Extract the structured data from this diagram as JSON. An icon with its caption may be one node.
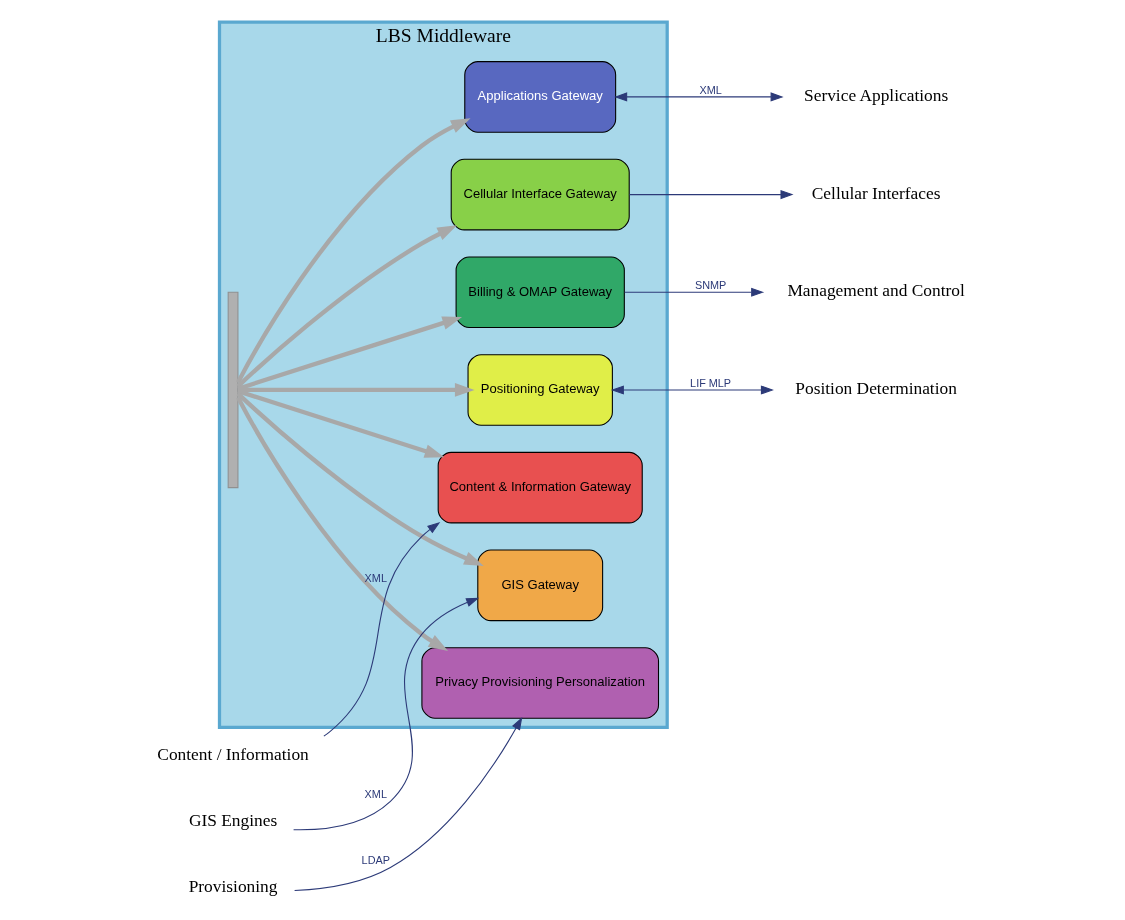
{
  "diagram": {
    "nodes": [
      {
        "text": [
          "LBS Middleware"
        ]
      },
      {
        "text": [
          "Applications Gateway"
        ],
        "in": 0
      },
      {
        "text": [
          "Content & Information Gateway"
        ],
        "in": 0
      },
      {
        "text": [
          "Cellular Interface Gateway"
        ],
        "in": 0
      },
      {
        "text": [
          "GIS Gateway"
        ],
        "in": 0
      },
      {
        "text": [
          "Privacy Provisioning Personalization"
        ],
        "in": 0
      },
      {
        "text": [
          "Billing & OMAP Gateway"
        ],
        "in": 0
      },
      {
        "text": [
          "Positioning Gateway"
        ],
        "in": 0
      },
      {
        "text": [],
        "shape": "bar",
        "in": 0
      },
      {
        "text": [
          "Service Applications"
        ]
      },
      {
        "text": [
          "Content / Information"
        ]
      },
      {
        "text": [
          "Cellular Interfaces"
        ]
      },
      {
        "text": [
          "GIS Engines"
        ]
      },
      {
        "text": [
          "Provisioning"
        ]
      },
      {
        "text": [
          "Management and Control"
        ]
      },
      {
        "text": [
          "Position Determination"
        ]
      }
    ],
    "edges": [
      {
        "from": 1,
        "to": 9,
        "arrow": "both",
        "label": "XML"
      },
      {
        "from": 10,
        "to": 2,
        "arrow": "to",
        "label": "XML"
      },
      {
        "from": 3,
        "to": 11,
        "arrow": "to"
      },
      {
        "from": 12,
        "to": 4,
        "arrow": "to",
        "label": "XML"
      },
      {
        "from": 13,
        "to": 5,
        "arrow": "to",
        "label": "LDAP"
      },
      {
        "from": 6,
        "to": 14,
        "arrow": "to",
        "label": "SNMP"
      },
      {
        "from": 7,
        "to": 15,
        "arrow": "both",
        "label": "LIF MLP"
      },
      {
        "from": 8,
        "to": 1,
        "arrow": "to",
        "style": "thick",
        "color": "#a8a8a8"
      },
      {
        "from": 8,
        "to": 2,
        "arrow": "to",
        "style": "thick",
        "color": "#a8a8a8"
      },
      {
        "from": 8,
        "to": 3,
        "arrow": "to",
        "style": "thick",
        "color": "#a8a8a8"
      },
      {
        "from": 8,
        "to": 4,
        "arrow": "to",
        "style": "thick",
        "color": "#a8a8a8"
      },
      {
        "from": 8,
        "to": 5,
        "arrow": "to",
        "style": "thick",
        "color": "#a8a8a8"
      },
      {
        "from": 8,
        "to": 6,
        "arrow": "to",
        "style": "thick",
        "color": "#a8a8a8"
      },
      {
        "from": 8,
        "to": 7,
        "arrow": "to",
        "style": "thick",
        "color": "#a8a8a8"
      }
    ]
  }
}
